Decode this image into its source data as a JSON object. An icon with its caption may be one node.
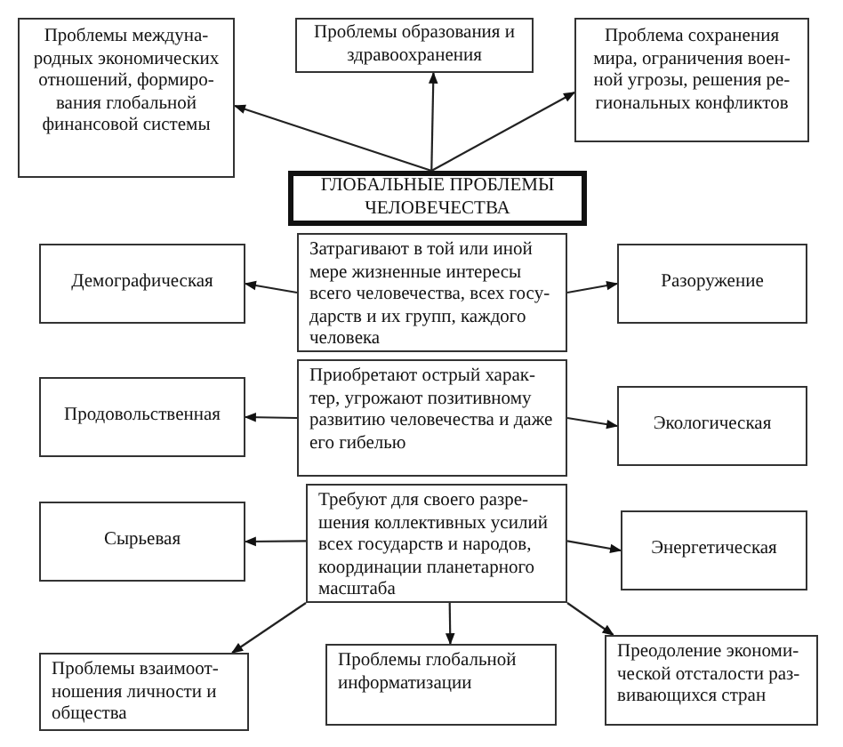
{
  "diagram": {
    "nodes": [
      {
        "text": [
          "Проблемы междуна-родных экономических отношений, формиро-вания глобальной финансовой системы"
        ]
      },
      {
        "text": [
          "Проблемы образования и здравоохранения"
        ]
      },
      {
        "text": [
          "Проблема сохранения мира, ограничения воен-ной угрозы, решения ре-гиональных конфликтов"
        ]
      },
      {
        "text": [
          "ГЛОБАЛЬНЫЕ ПРОБЛЕМЫ ЧЕЛОВЕЧЕСТВА"
        ]
      },
      {
        "text": [
          "Демографическая"
        ]
      },
      {
        "text": [
          "Затрагивают в той или иной мере жизненные интересы всего человечества, всех госу-дарств и их групп, каждого человека"
        ]
      },
      {
        "text": [
          "Разоружение"
        ]
      },
      {
        "text": [
          "Продовольственная"
        ]
      },
      {
        "text": [
          "Приобретают острый харак-тер, угрожают позитивному развитию человечества и даже его гибелью"
        ]
      },
      {
        "text": [
          "Экологическая"
        ]
      },
      {
        "text": [
          "Сырьевая"
        ]
      },
      {
        "text": [
          "Требуют для своего разре-шения коллективных усилий всех государств и народов, координации планетарного масштаба"
        ]
      },
      {
        "text": [
          "Энергетическая"
        ]
      },
      {
        "text": [
          "Проблемы взаимоот-ношения личности и общества"
        ]
      },
      {
        "text": [
          "Проблемы глобальной информатизации"
        ]
      },
      {
        "text": [
          "Преодоление экономи-ческой отсталости раз-вивающихся стран"
        ]
      }
    ],
    "edges": [
      {
        "from": 3,
        "to": 0,
        "arrow": "to"
      },
      {
        "from": 3,
        "to": 1,
        "arrow": "to"
      },
      {
        "from": 3,
        "to": 2,
        "arrow": "to"
      },
      {
        "from": 5,
        "to": 4,
        "arrow": "to"
      },
      {
        "from": 5,
        "to": 6,
        "arrow": "to"
      },
      {
        "from": 8,
        "to": 7,
        "arrow": "to"
      },
      {
        "from": 8,
        "to": 9,
        "arrow": "to"
      },
      {
        "from": 11,
        "to": 10,
        "arrow": "to"
      },
      {
        "from": 11,
        "to": 12,
        "arrow": "to"
      },
      {
        "from": 11,
        "to": 13,
        "arrow": "to"
      },
      {
        "from": 11,
        "to": 14,
        "arrow": "to"
      },
      {
        "from": 11,
        "to": 15,
        "arrow": "to"
      }
    ]
  }
}
